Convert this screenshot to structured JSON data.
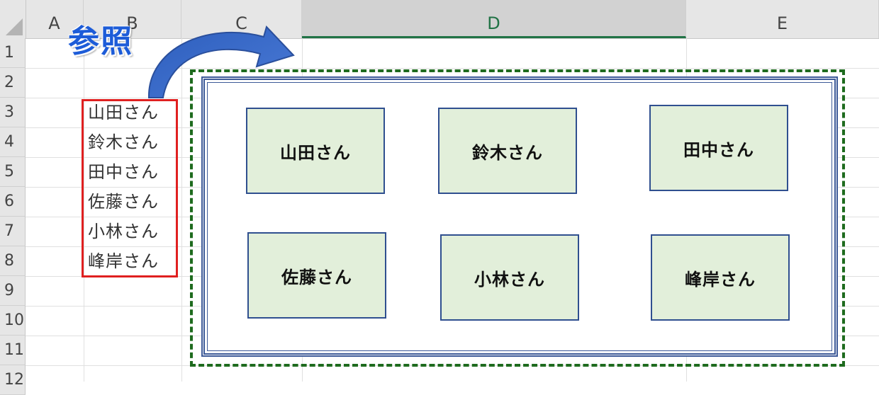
{
  "spreadsheet": {
    "columns": [
      "A",
      "B",
      "C",
      "D",
      "E"
    ],
    "selected_column": "D",
    "rows": [
      "1",
      "2",
      "3",
      "4",
      "5",
      "6",
      "7",
      "8",
      "9",
      "10",
      "11",
      "12"
    ],
    "names": [
      "山田さん",
      "鈴木さん",
      "田中さん",
      "佐藤さん",
      "小林さん",
      "峰岸さん"
    ]
  },
  "annotation": {
    "label": "参照",
    "label_color": "#1d5cd8",
    "list_border_color": "#e02020",
    "frame_color": "#1e6b1e"
  },
  "cards": {
    "items": [
      "山田さん",
      "鈴木さん",
      "田中さん",
      "佐藤さん",
      "小林さん",
      "峰岸さん"
    ],
    "fill": "#e2efda",
    "border": "#2f4f8f"
  }
}
